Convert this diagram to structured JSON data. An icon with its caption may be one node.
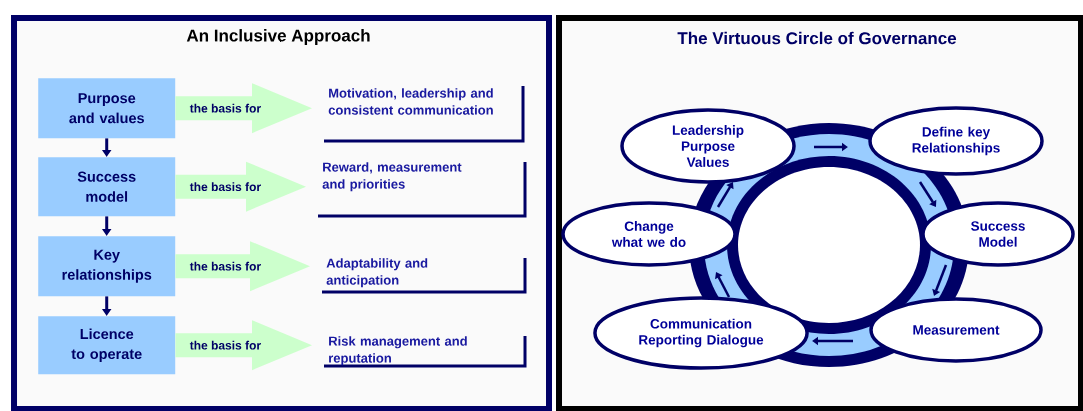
{
  "diagram": {
    "nodes": [
      {
        "text": [
          "An Inclusive Approach"
        ]
      },
      {
        "text": [
          "Purpose and values"
        ],
        "in": 0
      },
      {
        "text": [
          "Success model"
        ],
        "in": 0
      },
      {
        "text": [
          "Key relationships"
        ],
        "in": 0
      },
      {
        "text": [
          "Licence to operate"
        ],
        "in": 0
      },
      {
        "text": [
          "Motivation, leadership and consistent communication"
        ],
        "in": 0
      },
      {
        "text": [
          "Reward, measurement and priorities"
        ],
        "in": 0
      },
      {
        "text": [
          "Adaptability and anticipation"
        ],
        "in": 0
      },
      {
        "text": [
          "Risk management and reputation"
        ],
        "in": 0
      },
      {
        "text": [
          "The Virtuous Circle of Governance"
        ]
      },
      {
        "text": [
          "Leadership Purpose Values"
        ],
        "in": 9
      },
      {
        "text": [
          "Define key Relationships"
        ],
        "in": 9
      },
      {
        "text": [
          "Success Model"
        ],
        "in": 9
      },
      {
        "text": [
          "Measurement"
        ],
        "in": 9
      },
      {
        "text": [
          "Communication Reporting Dialogue"
        ],
        "in": 9
      },
      {
        "text": [
          "Change what we do"
        ],
        "in": 9
      }
    ],
    "edges": [
      {
        "from": 1,
        "to": 2,
        "arrow": "to"
      },
      {
        "from": 2,
        "to": 3,
        "arrow": "to"
      },
      {
        "from": 3,
        "to": 4,
        "arrow": "to"
      },
      {
        "from": 1,
        "to": 5,
        "arrow": "to",
        "label": "the basis for",
        "style": "thick",
        "color": "#ccffcc"
      },
      {
        "from": 2,
        "to": 6,
        "arrow": "to",
        "label": "the basis for",
        "style": "thick",
        "color": "#ccffcc"
      },
      {
        "from": 3,
        "to": 7,
        "arrow": "to",
        "label": "the basis for",
        "style": "thick",
        "color": "#ccffcc"
      },
      {
        "from": 4,
        "to": 8,
        "arrow": "to",
        "label": "the basis for",
        "style": "thick",
        "color": "#ccffcc"
      },
      {
        "from": 10,
        "to": 11,
        "arrow": "to"
      },
      {
        "from": 11,
        "to": 12,
        "arrow": "to"
      },
      {
        "from": 12,
        "to": 13,
        "arrow": "to"
      },
      {
        "from": 13,
        "to": 14,
        "arrow": "to"
      },
      {
        "from": 14,
        "to": 15,
        "arrow": "to"
      },
      {
        "from": 15,
        "to": 10,
        "arrow": "to"
      }
    ]
  }
}
